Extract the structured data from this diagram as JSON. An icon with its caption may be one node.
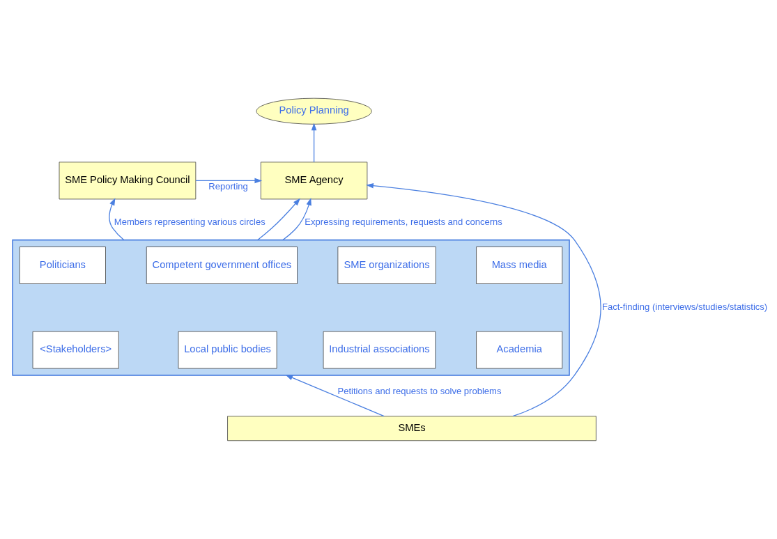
{
  "diagram": {
    "nodes": [
      {
        "text": [
          "Policy Planning"
        ]
      },
      {
        "text": [
          "SME Agency"
        ]
      },
      {
        "text": [
          "SME Policy Making Council"
        ]
      },
      {
        "text": [],
        "shape": "box"
      },
      {
        "text": [
          "Politicians"
        ],
        "in": 3
      },
      {
        "text": [
          "Competent government offices"
        ],
        "in": 3
      },
      {
        "text": [
          "SME organizations"
        ],
        "in": 3
      },
      {
        "text": [
          "Mass media"
        ],
        "in": 3
      },
      {
        "text": [
          "<Stakeholders>"
        ],
        "in": 3
      },
      {
        "text": [
          "Local public bodies"
        ],
        "in": 3
      },
      {
        "text": [
          "Industrial associations"
        ],
        "in": 3
      },
      {
        "text": [
          "Academia"
        ],
        "in": 3
      },
      {
        "text": [
          "SMEs"
        ]
      }
    ],
    "edges": [
      {
        "from": 1,
        "to": 0,
        "arrow": "to"
      },
      {
        "from": 2,
        "to": 1,
        "arrow": "to",
        "label": "Reporting"
      },
      {
        "from": 3,
        "to": 1,
        "arrow": "to",
        "label": "Expressing requirements, requests and concerns"
      },
      {
        "from": 3,
        "to": 2,
        "arrow": "to",
        "label": "Members representing various circles"
      },
      {
        "from": 12,
        "to": 3,
        "arrow": "to",
        "label": "Petitions and requests to solve problems"
      },
      {
        "from": 12,
        "to": 1,
        "arrow": "to",
        "label": "Fact-finding (interviews/studies/statistics)"
      },
      {
        "from": 3,
        "to": 1,
        "arrow": "to"
      }
    ]
  }
}
